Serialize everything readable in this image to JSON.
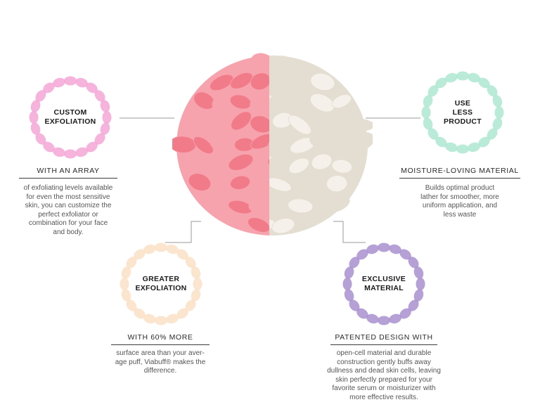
{
  "features": {
    "custom": {
      "badge_lines": [
        "CUSTOM",
        "EXFOLIATION"
      ],
      "heading": "WITH AN ARRAY",
      "desc_lines": [
        "of exfoliating levels available",
        "for even the most sensitive",
        "skin, you can customize the",
        "perfect exfoliator or",
        "combination for your face",
        "and body."
      ],
      "color": "#f4a6d6"
    },
    "less": {
      "badge_lines": [
        "USE",
        "LESS",
        "PRODUCT"
      ],
      "heading": "MOISTURE-LOVING MATERIAL",
      "desc_lines": [
        "Builds optimal product",
        "lather for smoother, more",
        "uniform application, and",
        "less waste"
      ],
      "color": "#aee7d2"
    },
    "greater": {
      "badge_lines": [
        "GREATER",
        "EXFOLIATION"
      ],
      "heading": "WITH 60% MORE",
      "desc_lines": [
        "surface area than your aver-",
        "age puff, Viabuff® makes the",
        "difference."
      ],
      "color": "#fbe0c6"
    },
    "exclusive": {
      "badge_lines": [
        "EXCLUSIVE",
        "MATERIAL"
      ],
      "heading": "PATENTED DESIGN WITH",
      "desc_lines": [
        "open-cell material and durable",
        "construction gently buffs away",
        "dullness and dead skin cells, leaving",
        "skin perfectly prepared for your",
        "favorite serum or moisturizer with",
        "more effective results."
      ],
      "color": "#a990d0"
    }
  },
  "sponge": {
    "pink": "#f27b8a",
    "pink_light": "#f7a3ad",
    "white": "#f5f1ea",
    "white_shade": "#e3ddd2"
  }
}
